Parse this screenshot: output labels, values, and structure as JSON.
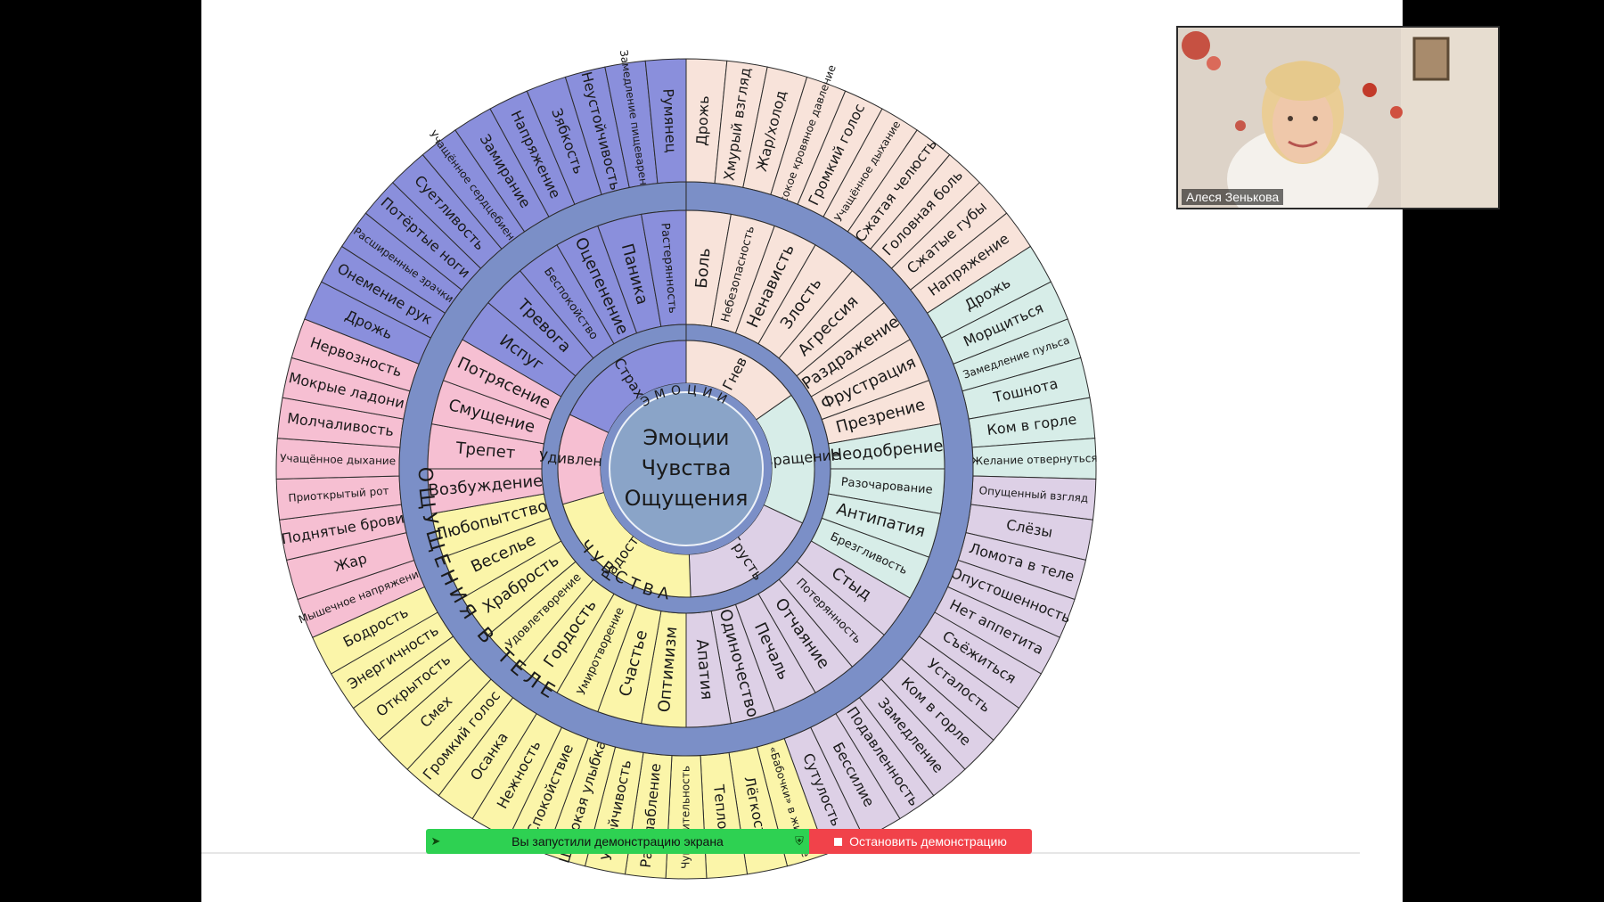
{
  "colors": {
    "ring": "#7b8fc7",
    "center": "#8aa4c8",
    "fear": "#8a8fdc",
    "anger": "#f8e3da",
    "disgust": "#d7ede8",
    "sadness": "#ddd0e6",
    "joy": "#fbf5a9",
    "surprise": "#f6bfd2",
    "share_green": "#2ed152",
    "stop_red": "#f1424a"
  },
  "wheel": {
    "center_lines": [
      "Эмоции",
      "Чувства",
      "Ощущения"
    ],
    "ring_labels": {
      "emotions": "ЭМОЦИИ",
      "feelings": "ЧУВСТВА",
      "sensations": "ОЩУЩЕНИЯ В ТЕЛЕ"
    },
    "emotions": [
      {
        "group": "anger",
        "label": "Гнев",
        "start": 0,
        "end": 55
      },
      {
        "group": "disgust",
        "label": "Отвращение",
        "start": 55,
        "end": 115
      },
      {
        "group": "sadness",
        "label": "Грусть",
        "start": 115,
        "end": 178
      },
      {
        "group": "joy",
        "label": "Радость",
        "start": 178,
        "end": 254
      },
      {
        "group": "surprise",
        "label": "Удивление",
        "start": 254,
        "end": 295
      },
      {
        "group": "fear",
        "label": "Страх",
        "start": 295,
        "end": 360
      }
    ],
    "feelings": [
      {
        "group": "anger",
        "label": "Боль"
      },
      {
        "group": "anger",
        "label": "Небезопасность"
      },
      {
        "group": "anger",
        "label": "Ненависть"
      },
      {
        "group": "anger",
        "label": "Злость"
      },
      {
        "group": "anger",
        "label": "Агрессия"
      },
      {
        "group": "anger",
        "label": "Раздражение"
      },
      {
        "group": "anger",
        "label": "Фрустрация"
      },
      {
        "group": "anger",
        "label": "Презрение"
      },
      {
        "group": "disgust",
        "label": "Неодобрение"
      },
      {
        "group": "disgust",
        "label": "Разочарование"
      },
      {
        "group": "disgust",
        "label": "Антипатия"
      },
      {
        "group": "disgust",
        "label": "Брезгливость"
      },
      {
        "group": "sadness",
        "label": "Стыд"
      },
      {
        "group": "sadness",
        "label": "Потерянность"
      },
      {
        "group": "sadness",
        "label": "Отчаяние"
      },
      {
        "group": "sadness",
        "label": "Печаль"
      },
      {
        "group": "sadness",
        "label": "Одиночество"
      },
      {
        "group": "sadness",
        "label": "Апатия"
      },
      {
        "group": "joy",
        "label": "Оптимизм"
      },
      {
        "group": "joy",
        "label": "Счастье"
      },
      {
        "group": "joy",
        "label": "Умиротворение"
      },
      {
        "group": "joy",
        "label": "Гордость"
      },
      {
        "group": "joy",
        "label": "Удовлетворение"
      },
      {
        "group": "joy",
        "label": "Храбрость"
      },
      {
        "group": "joy",
        "label": "Веселье"
      },
      {
        "group": "joy",
        "label": "Любопытство"
      },
      {
        "group": "surprise",
        "label": "Возбуждение"
      },
      {
        "group": "surprise",
        "label": "Трепет"
      },
      {
        "group": "surprise",
        "label": "Смущение"
      },
      {
        "group": "surprise",
        "label": "Потрясение"
      },
      {
        "group": "fear",
        "label": "Испуг"
      },
      {
        "group": "fear",
        "label": "Тревога"
      },
      {
        "group": "fear",
        "label": "Беспокойство"
      },
      {
        "group": "fear",
        "label": "Оцепенение"
      },
      {
        "group": "fear",
        "label": "Паника"
      },
      {
        "group": "fear",
        "label": "Растерянность"
      }
    ],
    "sensations": [
      {
        "group": "anger",
        "label": "Дрожь"
      },
      {
        "group": "anger",
        "label": "Хмурый взгляд"
      },
      {
        "group": "anger",
        "label": "Жар/холод"
      },
      {
        "group": "anger",
        "label": "Высокое кровяное давление"
      },
      {
        "group": "anger",
        "label": "Громкий голос"
      },
      {
        "group": "anger",
        "label": "Учащённое дыхание"
      },
      {
        "group": "anger",
        "label": "Сжатая челюсть"
      },
      {
        "group": "anger",
        "label": "Головная боль"
      },
      {
        "group": "anger",
        "label": "Сжатые губы"
      },
      {
        "group": "anger",
        "label": "Напряжение"
      },
      {
        "group": "disgust",
        "label": "Дрожь"
      },
      {
        "group": "disgust",
        "label": "Морщиться"
      },
      {
        "group": "disgust",
        "label": "Замедление пульса"
      },
      {
        "group": "disgust",
        "label": "Тошнота"
      },
      {
        "group": "disgust",
        "label": "Ком в горле"
      },
      {
        "group": "disgust",
        "label": "Желание отвернуться"
      },
      {
        "group": "sadness",
        "label": "Опущенный взгляд"
      },
      {
        "group": "sadness",
        "label": "Слёзы"
      },
      {
        "group": "sadness",
        "label": "Ломота в теле"
      },
      {
        "group": "sadness",
        "label": "Опустошенность"
      },
      {
        "group": "sadness",
        "label": "Нет аппетита"
      },
      {
        "group": "sadness",
        "label": "Съёжиться"
      },
      {
        "group": "sadness",
        "label": "Усталость"
      },
      {
        "group": "sadness",
        "label": "Ком в горле"
      },
      {
        "group": "sadness",
        "label": "Замедление"
      },
      {
        "group": "sadness",
        "label": "Подавленность"
      },
      {
        "group": "sadness",
        "label": "Бессилие"
      },
      {
        "group": "sadness",
        "label": "Сутулость"
      },
      {
        "group": "joy",
        "label": "«Бабочки» в животе"
      },
      {
        "group": "joy",
        "label": "Лёгкость"
      },
      {
        "group": "joy",
        "label": "Теплота"
      },
      {
        "group": "joy",
        "label": "Чувствительность"
      },
      {
        "group": "joy",
        "label": "Расслабление"
      },
      {
        "group": "joy",
        "label": "Устойчивость"
      },
      {
        "group": "joy",
        "label": "Широкая улыбка"
      },
      {
        "group": "joy",
        "label": "Спокойствие"
      },
      {
        "group": "joy",
        "label": "Нежность"
      },
      {
        "group": "joy",
        "label": "Осанка"
      },
      {
        "group": "joy",
        "label": "Громкий голос"
      },
      {
        "group": "joy",
        "label": "Смех"
      },
      {
        "group": "joy",
        "label": "Открытость"
      },
      {
        "group": "joy",
        "label": "Энергичность"
      },
      {
        "group": "joy",
        "label": "Бодрость"
      },
      {
        "group": "surprise",
        "label": "Мышечное напряжение"
      },
      {
        "group": "surprise",
        "label": "Жар"
      },
      {
        "group": "surprise",
        "label": "Поднятые брови"
      },
      {
        "group": "surprise",
        "label": "Приоткрытый рот"
      },
      {
        "group": "surprise",
        "label": "Учащённое дыхание"
      },
      {
        "group": "surprise",
        "label": "Молчаливость"
      },
      {
        "group": "surprise",
        "label": "Мокрые ладони"
      },
      {
        "group": "surprise",
        "label": "Нервозность"
      },
      {
        "group": "fear",
        "label": "Дрожь"
      },
      {
        "group": "fear",
        "label": "Онемение рук"
      },
      {
        "group": "fear",
        "label": "Расширенные зрачки"
      },
      {
        "group": "fear",
        "label": "Потёртые ноги"
      },
      {
        "group": "fear",
        "label": "Суетливость"
      },
      {
        "group": "fear",
        "label": "Учащённое сердцебиение"
      },
      {
        "group": "fear",
        "label": "Замирание"
      },
      {
        "group": "fear",
        "label": "Напряжение"
      },
      {
        "group": "fear",
        "label": "Зябкость"
      },
      {
        "group": "fear",
        "label": "Неустойчивость"
      },
      {
        "group": "fear",
        "label": "Замедление пищеварения"
      },
      {
        "group": "fear",
        "label": "Румянец"
      }
    ]
  },
  "share_bar": {
    "status_text": "Вы запустили демонстрацию экрана",
    "stop_text": "Остановить демонстрацию"
  },
  "video": {
    "participant_name": "Алеся Зенькова"
  }
}
